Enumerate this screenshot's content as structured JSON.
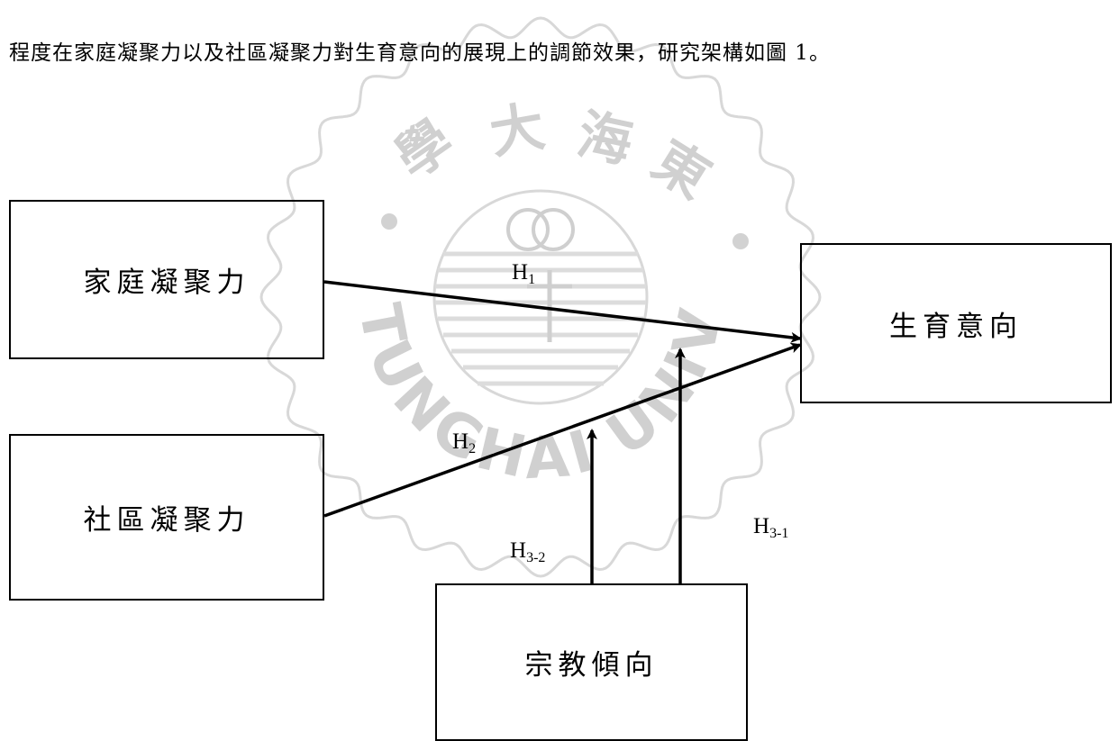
{
  "intro_text": "程度在家庭凝聚力以及社區凝聚力對生育意向的展現上的調節效果，研究架構如圖 1。",
  "watermark": {
    "chinese_chars": [
      "東",
      "海",
      "大",
      "學"
    ],
    "english": "TUNGHAI UNIVERSITY",
    "color": "#d2d2d2"
  },
  "diagram": {
    "nodes": {
      "family_cohesion": "家庭凝聚力",
      "community_cohesion": "社區凝聚力",
      "fertility_intention": "生育意向",
      "religious_orientation": "宗教傾向"
    },
    "hypotheses": {
      "h1": {
        "letter": "H",
        "sub": "1"
      },
      "h2": {
        "letter": "H",
        "sub": "2"
      },
      "h3_1": {
        "letter": "H",
        "sub": "3-1"
      },
      "h3_2": {
        "letter": "H",
        "sub": "3-2"
      }
    },
    "line_color": "#000000"
  }
}
